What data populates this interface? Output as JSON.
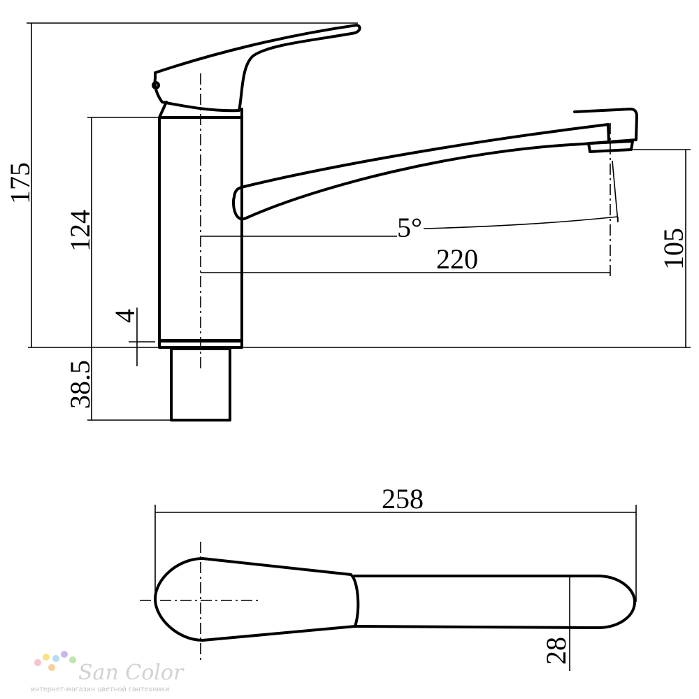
{
  "dimensions": {
    "total_height": "175",
    "body_height": "124",
    "spout_height": "105",
    "spout_reach": "220",
    "spout_angle": "5°",
    "base_offset": "4",
    "shank_length": "38.5",
    "overall_length": "258",
    "spout_width": "28"
  },
  "watermark": {
    "brand": "San Color",
    "tagline": "интернет-магазин цветной сантехники",
    "dot_colors": [
      "#f7c3cf",
      "#fbe08a",
      "#b6dcf3",
      "#c9b6ea",
      "#bfe6b2",
      "#f8cf9e"
    ]
  }
}
